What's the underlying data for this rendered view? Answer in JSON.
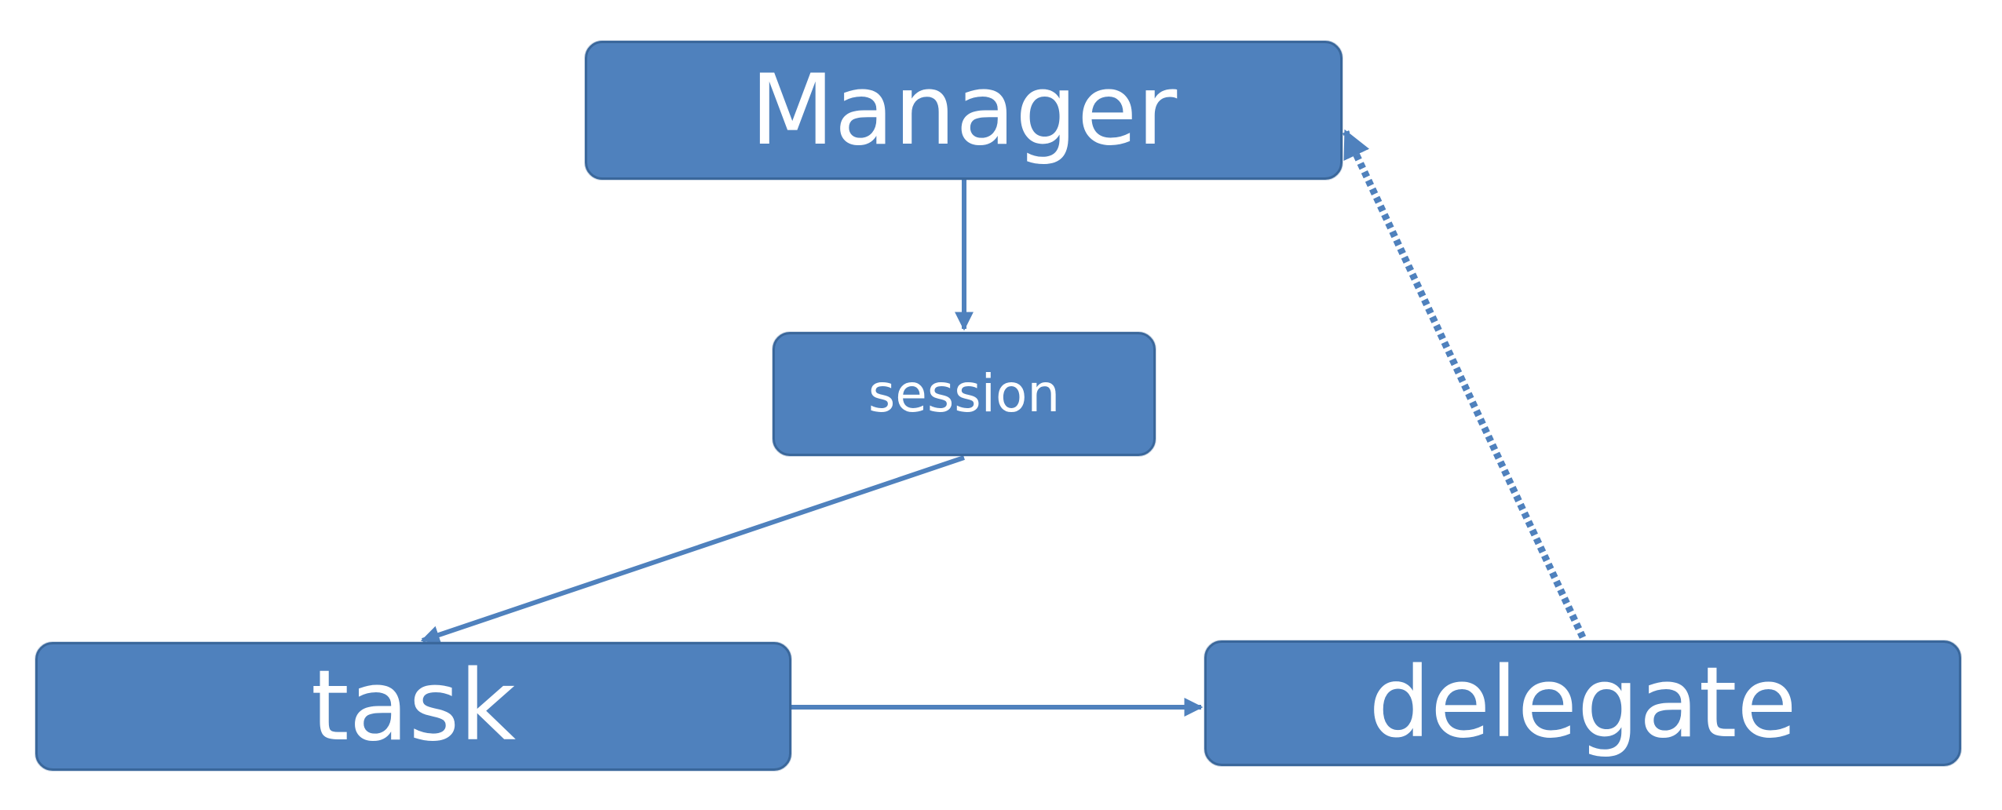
{
  "diagram": {
    "nodes": {
      "manager": "Manager",
      "session": "session",
      "task": "task",
      "delegate": "delegate"
    },
    "edges": [
      {
        "from": "Manager",
        "to": "session",
        "style": "solid"
      },
      {
        "from": "session",
        "to": "task",
        "style": "solid"
      },
      {
        "from": "task",
        "to": "delegate",
        "style": "solid"
      },
      {
        "from": "delegate",
        "to": "Manager",
        "style": "dotted"
      }
    ],
    "colors": {
      "node_fill": "#4f81bd",
      "node_border": "#3a679b",
      "node_text": "#ffffff",
      "edge": "#4f81bd"
    }
  }
}
